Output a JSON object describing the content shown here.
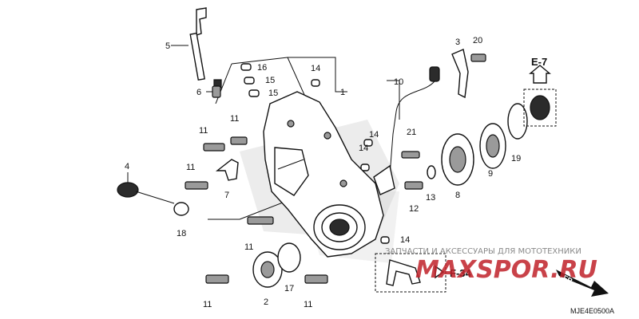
{
  "callouts": {
    "c1": "1",
    "c2": "2",
    "c3": "3",
    "c4": "4",
    "c5": "5",
    "c6": "6",
    "c7": "7",
    "c8": "8",
    "c9": "9",
    "c10": "10",
    "c11a": "11",
    "c11b": "11",
    "c11c": "11",
    "c11d": "11",
    "c11e": "11",
    "c11f": "11",
    "c12": "12",
    "c13": "13",
    "c14a": "14",
    "c14b": "14",
    "c14c": "14",
    "c14d": "14",
    "c15a": "15",
    "c15b": "15",
    "c16": "16",
    "c17": "17",
    "c18": "18",
    "c19": "19",
    "c20": "20",
    "c21": "21"
  },
  "references": {
    "e7": "E-7",
    "f34": "F-34",
    "front": "FR."
  },
  "watermark": {
    "tagline": "ЗАПЧАСТИ И АКСЕССУАРЫ ДЛЯ МОТОТЕХНИКИ",
    "brand": "MAXSPOR.RU",
    "brand_color": "#c0222a"
  },
  "diagram_code": "MJE4E0500A"
}
